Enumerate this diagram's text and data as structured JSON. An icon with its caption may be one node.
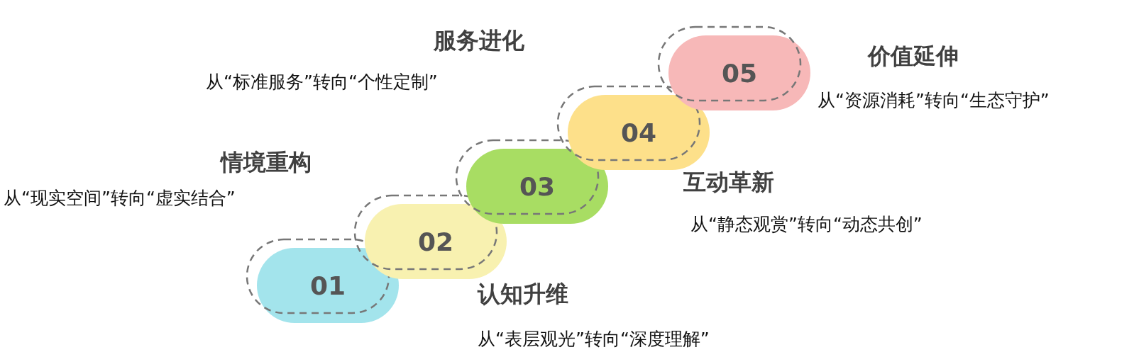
{
  "diagram": {
    "nodes": [
      {
        "text": [
          "01"
        ]
      },
      {
        "text": [
          "02"
        ],
        "beside": [
          "情境重构",
          "从“现实空间”转向“虚实结合”"
        ]
      },
      {
        "text": [
          "03"
        ]
      },
      {
        "text": [
          "04"
        ],
        "beside": [
          "服务进化",
          "从“标准服务”转向“个性定制”"
        ]
      },
      {
        "text": [
          "05"
        ],
        "beside": [
          "价值延伸",
          "从“资源消耗”转向“生态守护”"
        ]
      }
    ],
    "edges": [],
    "labels": [
      "互动革新",
      "从“静态观赏”转向“动态共创”",
      "认知升维",
      "从“表层观光”转向“深度理解”"
    ]
  }
}
